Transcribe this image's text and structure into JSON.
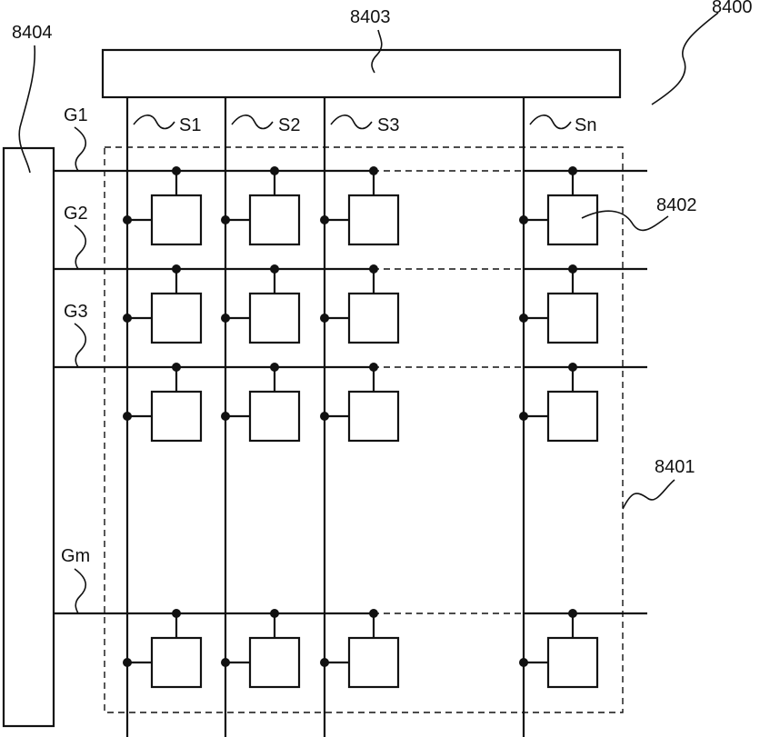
{
  "labels": {
    "device": "8400",
    "pixel_region": "8401",
    "pixel": "8402",
    "source_driver": "8403",
    "gate_driver": "8404"
  },
  "source_lines": [
    "S1",
    "S2",
    "S3",
    "Sn"
  ],
  "gate_lines": [
    "G1",
    "G2",
    "G3",
    "Gm"
  ]
}
